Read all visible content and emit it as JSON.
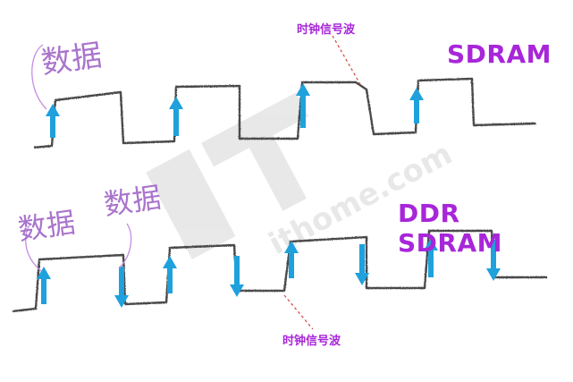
{
  "titles": {
    "sdram": "SDRAM",
    "ddr_sdram": "DDR SDRAM"
  },
  "labels": {
    "clock_top": "时钟信号波",
    "clock_bottom": "时钟信号波"
  },
  "handwriting": {
    "data_top": "数据",
    "data_bottom_1": "数据",
    "data_bottom_2": "数据"
  },
  "watermark": {
    "text": "ithome.com"
  },
  "colors": {
    "accent": "#a826d9",
    "arrow": "#1ea1dc",
    "wave": "#4a4a4a",
    "dashed": "#d0463c"
  },
  "icons": {
    "arrow_up": "arrow-up-icon",
    "arrow_down": "arrow-down-icon"
  }
}
